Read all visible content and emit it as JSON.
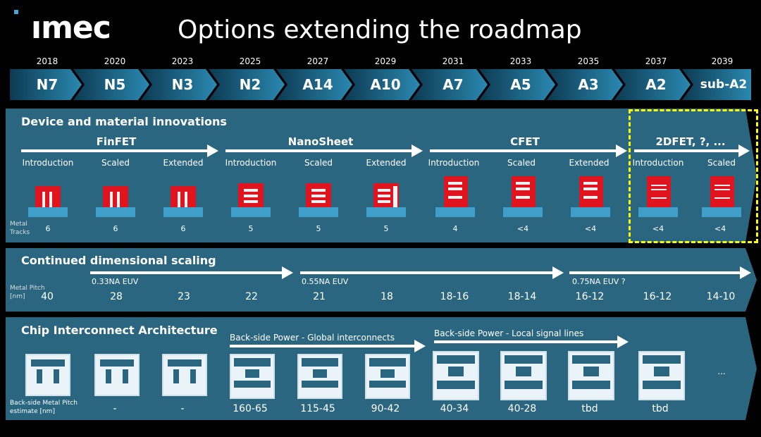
{
  "header": {
    "logo": "ımec",
    "title": "Options extending the roadmap"
  },
  "roadmap": {
    "years": [
      "2018",
      "2020",
      "2023",
      "2025",
      "2027",
      "2029",
      "2031",
      "2033",
      "2035",
      "2037",
      "2039"
    ],
    "nodes": [
      "N7",
      "N5",
      "N3",
      "N2",
      "A14",
      "A10",
      "A7",
      "A5",
      "A3",
      "A2",
      "sub-A2"
    ]
  },
  "device": {
    "title": "Device and material innovations",
    "groups": [
      {
        "name": "FinFET",
        "phases": [
          "Introduction",
          "Scaled",
          "Extended"
        ]
      },
      {
        "name": "NanoSheet",
        "phases": [
          "Introduction",
          "Scaled",
          "Extended"
        ]
      },
      {
        "name": "CFET",
        "phases": [
          "Introduction",
          "Scaled",
          "Extended"
        ]
      },
      {
        "name": "2DFET, ?, ...",
        "phases": [
          "Introduction",
          "Scaled"
        ]
      }
    ],
    "metal_tracks_label": [
      "Metal",
      "Tracks"
    ],
    "metal_tracks": [
      "6",
      "6",
      "6",
      "5",
      "5",
      "5",
      "4",
      "<4",
      "<4",
      "<4",
      "<4"
    ]
  },
  "scaling": {
    "title": "Continued dimensional scaling",
    "metal_pitch_label": [
      "Metal Pitch",
      "[nm]"
    ],
    "euv": [
      "0.33NA EUV",
      "0.55NA EUV",
      "0.75NA EUV ?"
    ],
    "pitch_values": [
      "40",
      "28",
      "23",
      "22",
      "21",
      "18",
      "18-16",
      "18-14",
      "16-12",
      "16-12",
      "14-10"
    ]
  },
  "interconnect": {
    "title": "Chip Interconnect Architecture",
    "bsp_global": "Back-side Power - Global interconnects",
    "bsp_local": "Back-side Power - Local signal lines",
    "bs_label": [
      "Back-side Metal Pitch",
      "estimate [nm]"
    ],
    "values": [
      "-",
      "-",
      "160-65",
      "115-45",
      "90-42",
      "40-34",
      "40-28",
      "tbd",
      "tbd"
    ],
    "ellipsis": "..."
  },
  "colors": {
    "panel": "#2a6680",
    "node_arrow": "#1c6c8c",
    "highlight": "#ffff00",
    "gate": "#e0141e",
    "substrate": "#3f9fc9"
  }
}
